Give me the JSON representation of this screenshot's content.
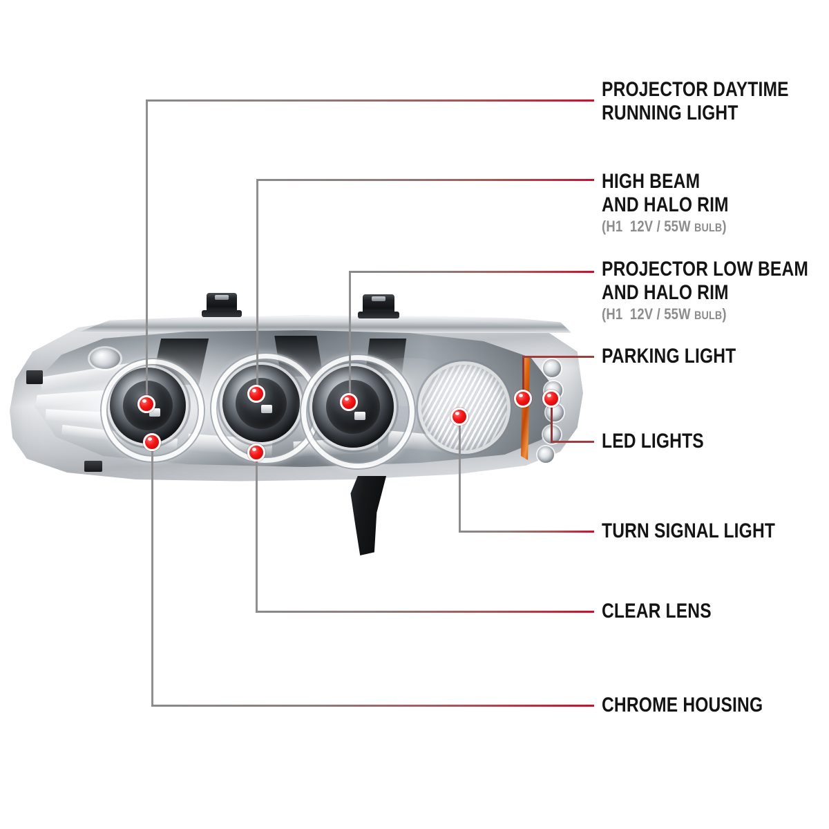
{
  "product": {
    "name": "projector-headlight-assembly",
    "accent_color": "#c8102e",
    "marker_color": "#f41717",
    "leader_color_start": "#8a8a8a",
    "leader_color_end": "#c8102e",
    "background": "#ffffff"
  },
  "callouts": [
    {
      "id": "projector-daytime-running-light",
      "lines": [
        "PROJECTOR DAYTIME",
        "RUNNING LIGHT"
      ],
      "sub": null
    },
    {
      "id": "high-beam-and-halo-rim",
      "lines": [
        "HIGH BEAM",
        "AND HALO RIM"
      ],
      "sub": {
        "open": "(",
        "bulb": "H1",
        "volts": "12V",
        "slash": "/",
        "watts": "55W",
        "word": "BULB",
        "close": ")"
      }
    },
    {
      "id": "projector-low-beam-and-halo-rim",
      "lines": [
        "PROJECTOR LOW BEAM",
        "AND HALO RIM"
      ],
      "sub": {
        "open": "(",
        "bulb": "H1",
        "volts": "12V",
        "slash": "/",
        "watts": "55W",
        "word": "BULB",
        "close": ")"
      }
    },
    {
      "id": "parking-light",
      "lines": [
        "PARKING LIGHT"
      ],
      "sub": null
    },
    {
      "id": "led-lights",
      "lines": [
        "LED LIGHTS"
      ],
      "sub": null
    },
    {
      "id": "turn-signal-light",
      "lines": [
        "TURN SIGNAL LIGHT"
      ],
      "sub": null
    },
    {
      "id": "clear-lens",
      "lines": [
        "CLEAR LENS"
      ],
      "sub": null
    },
    {
      "id": "chrome-housing",
      "lines": [
        "CHROME HOUSING"
      ],
      "sub": null
    }
  ]
}
